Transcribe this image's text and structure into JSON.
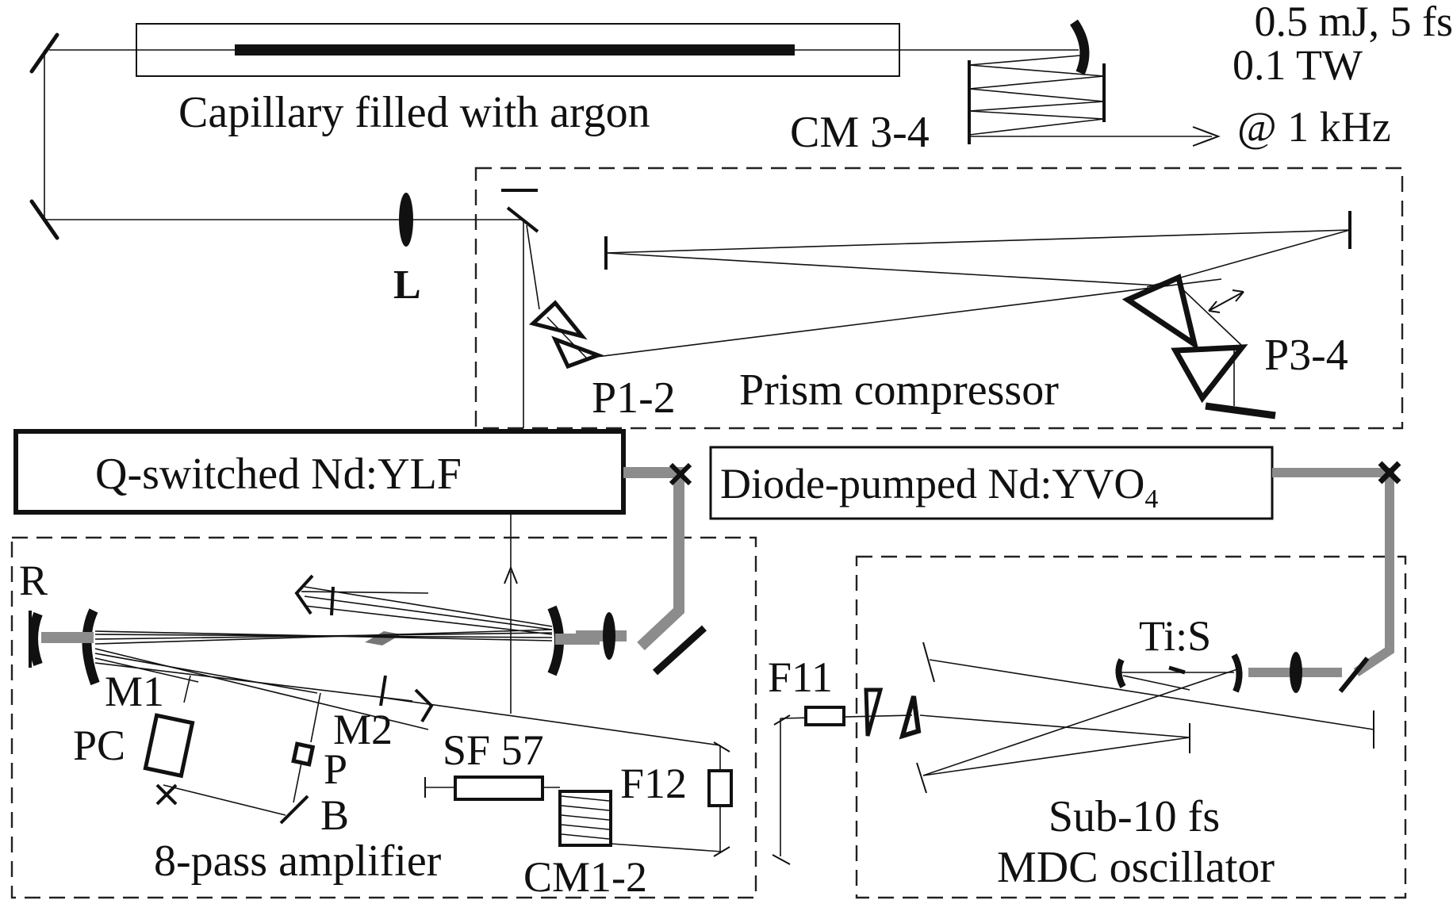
{
  "output": {
    "line1": "0.5 mJ, 5 fs",
    "line2": "0.1 TW",
    "line3": "@ 1 kHz"
  },
  "labels": {
    "capillary": "Capillary filled with argon",
    "cm34": "CM 3-4",
    "lens": "L",
    "p12": "P1-2",
    "p34": "P3-4",
    "prism_compressor": "Prism compressor",
    "nd_ylf": "Q-switched Nd:YLF",
    "nd_yvo4_main": "Diode-pumped Nd:YVO",
    "nd_yvo4_sub": "4",
    "r": "R",
    "m1": "M1",
    "m2": "M2",
    "pc": "PC",
    "p": "P",
    "b": "B",
    "sf57": "SF 57",
    "f12": "F12",
    "f11": "F11",
    "cm12": "CM1-2",
    "tis": "Ti:S",
    "amplifier": "8-pass amplifier",
    "osc_line1": "Sub-10 fs",
    "osc_line2": "MDC oscillator"
  },
  "colors": {
    "ink": "#111111",
    "pump_beam": "#8c8c8c"
  }
}
